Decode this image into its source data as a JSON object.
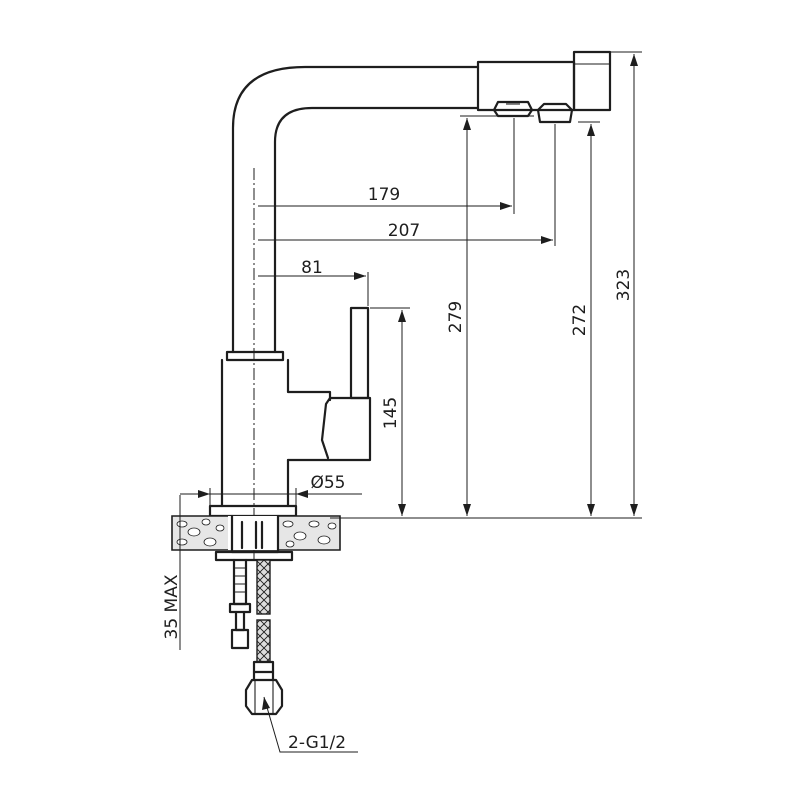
{
  "dimensions": {
    "reach_outlet_1": "179",
    "reach_outlet_2": "207",
    "handle_offset": "81",
    "height_outlet_1": "279",
    "height_outlet_2": "272",
    "total_height": "323",
    "handle_height": "145",
    "base_diameter": "Ø55",
    "counter_thickness": "35 MAX",
    "connection": "2-G1/2"
  },
  "colors": {
    "line": "#1e1e1e",
    "countertop_fill": "#e6e6e6"
  }
}
